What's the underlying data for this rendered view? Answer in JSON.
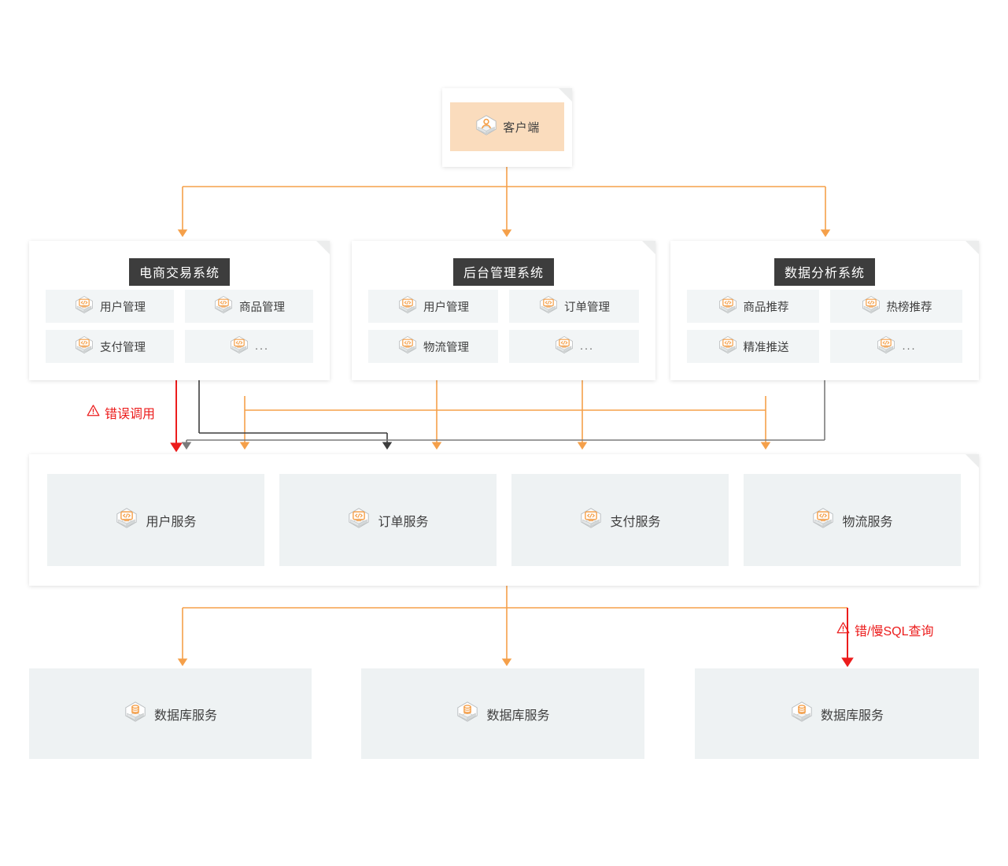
{
  "colors": {
    "accent_orange": "#f5a04a",
    "warn_red": "#ec1c1c",
    "line_grey": "#7b7b7b",
    "line_dark": "#3d3d3d",
    "client_fill": "#fadcbd",
    "module_fill": "#f2f5f6",
    "title_bg": "#3d3d3d",
    "text": "#3f3f3f"
  },
  "client": {
    "label": "客户端",
    "icon": "user-cube-icon"
  },
  "systems": [
    {
      "title": "电商交易系统",
      "modules": [
        {
          "label": "用户管理",
          "icon": "code-cube-icon"
        },
        {
          "label": "商品管理",
          "icon": "code-cube-icon"
        },
        {
          "label": "支付管理",
          "icon": "code-cube-icon"
        },
        {
          "label": "...",
          "icon": "code-cube-icon"
        }
      ]
    },
    {
      "title": "后台管理系统",
      "modules": [
        {
          "label": "用户管理",
          "icon": "code-cube-icon"
        },
        {
          "label": "订单管理",
          "icon": "code-cube-icon"
        },
        {
          "label": "物流管理",
          "icon": "code-cube-icon"
        },
        {
          "label": "...",
          "icon": "code-cube-icon"
        }
      ]
    },
    {
      "title": "数据分析系统",
      "modules": [
        {
          "label": "商品推荐",
          "icon": "code-cube-icon"
        },
        {
          "label": "热榜推荐",
          "icon": "code-cube-icon"
        },
        {
          "label": "精准推送",
          "icon": "code-cube-icon"
        },
        {
          "label": "...",
          "icon": "code-cube-icon"
        }
      ]
    }
  ],
  "services": [
    {
      "label": "用户服务",
      "icon": "code-cube-icon"
    },
    {
      "label": "订单服务",
      "icon": "code-cube-icon"
    },
    {
      "label": "支付服务",
      "icon": "code-cube-icon"
    },
    {
      "label": "物流服务",
      "icon": "code-cube-icon"
    }
  ],
  "databases": [
    {
      "label": "数据库服务",
      "icon": "database-cube-icon"
    },
    {
      "label": "数据库服务",
      "icon": "database-cube-icon"
    },
    {
      "label": "数据库服务",
      "icon": "database-cube-icon"
    }
  ],
  "warnings": [
    {
      "id": "wrong-call",
      "label": "错误调用",
      "icon": "warning-triangle-icon"
    },
    {
      "id": "slow-sql",
      "label": "错/慢SQL查询",
      "icon": "warning-triangle-icon"
    }
  ]
}
